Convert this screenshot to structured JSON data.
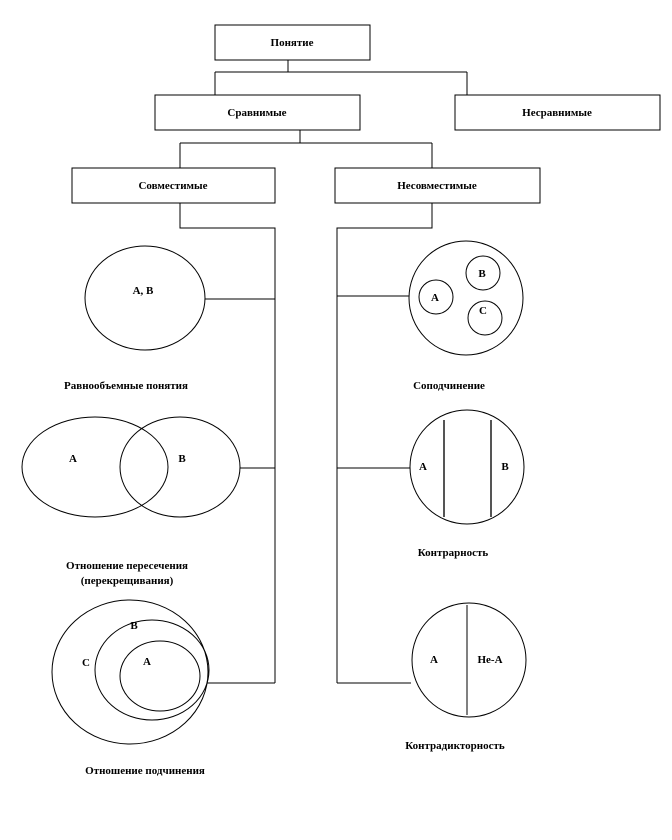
{
  "root": "Понятие",
  "level1": {
    "comparable": "Сравнимые",
    "incomparable": "Несравнимые"
  },
  "level2": {
    "compatible": "Совместимые",
    "incompatible": "Несовместимые"
  },
  "compatible_relations": {
    "equal": {
      "label": "Равнообъемные понятия",
      "circle": "А, В"
    },
    "intersection": {
      "label_line1": "Отношение пересечения",
      "label_line2": "(перекрещивания)",
      "a": "А",
      "b": "В"
    },
    "subordination": {
      "label": "Отношение подчинения",
      "c": "С",
      "b": "В",
      "a": "А"
    }
  },
  "incompatible_relations": {
    "coordination": {
      "label": "Соподчинение",
      "a": "А",
      "b": "В",
      "c": "С"
    },
    "contrary": {
      "label": "Контрарность",
      "a": "А",
      "b": "В"
    },
    "contradictory": {
      "label": "Контрадикторность",
      "a": "А",
      "not_a": "Не-А"
    }
  }
}
